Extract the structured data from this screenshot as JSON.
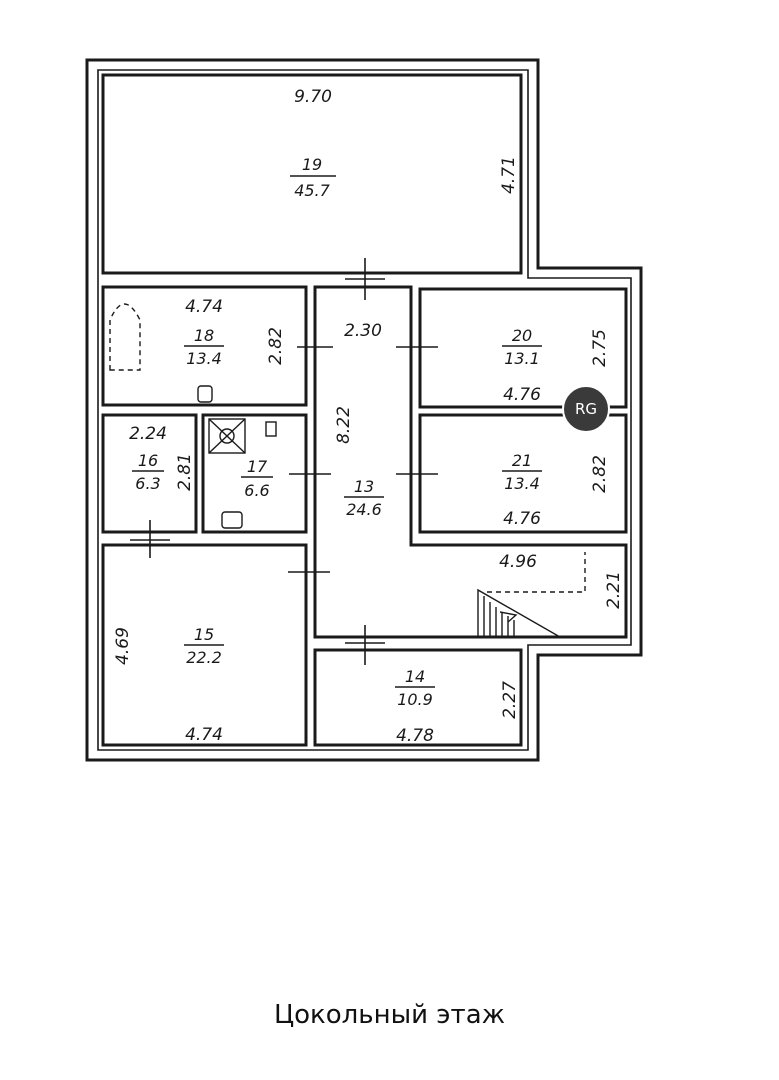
{
  "caption": "Цокольный этаж",
  "logo": {
    "text": "RG",
    "color": "#3a3a3a"
  },
  "rooms": [
    {
      "id": "19",
      "number": "19",
      "area": "45.7",
      "width": "9.70",
      "height": "4.71"
    },
    {
      "id": "18",
      "number": "18",
      "area": "13.4",
      "width": "4.74",
      "height": "2.82"
    },
    {
      "id": "13",
      "number": "13",
      "area": "24.6",
      "width": "2.30",
      "height": "8.22"
    },
    {
      "id": "20",
      "number": "20",
      "area": "13.1",
      "width": "4.76",
      "height": "2.75"
    },
    {
      "id": "21",
      "number": "21",
      "area": "13.4",
      "width": "4.76",
      "height": "2.82"
    },
    {
      "id": "16",
      "number": "16",
      "area": "6.3",
      "width": "2.24",
      "height": "2.81"
    },
    {
      "id": "17",
      "number": "17",
      "area": "6.6"
    },
    {
      "id": "15",
      "number": "15",
      "area": "22.2",
      "width": "4.74",
      "height": "4.69"
    },
    {
      "id": "14",
      "number": "14",
      "area": "10.9",
      "width": "4.78",
      "height": "2.27"
    },
    {
      "id": "stair",
      "width": "4.96",
      "height": "2.21"
    }
  ]
}
